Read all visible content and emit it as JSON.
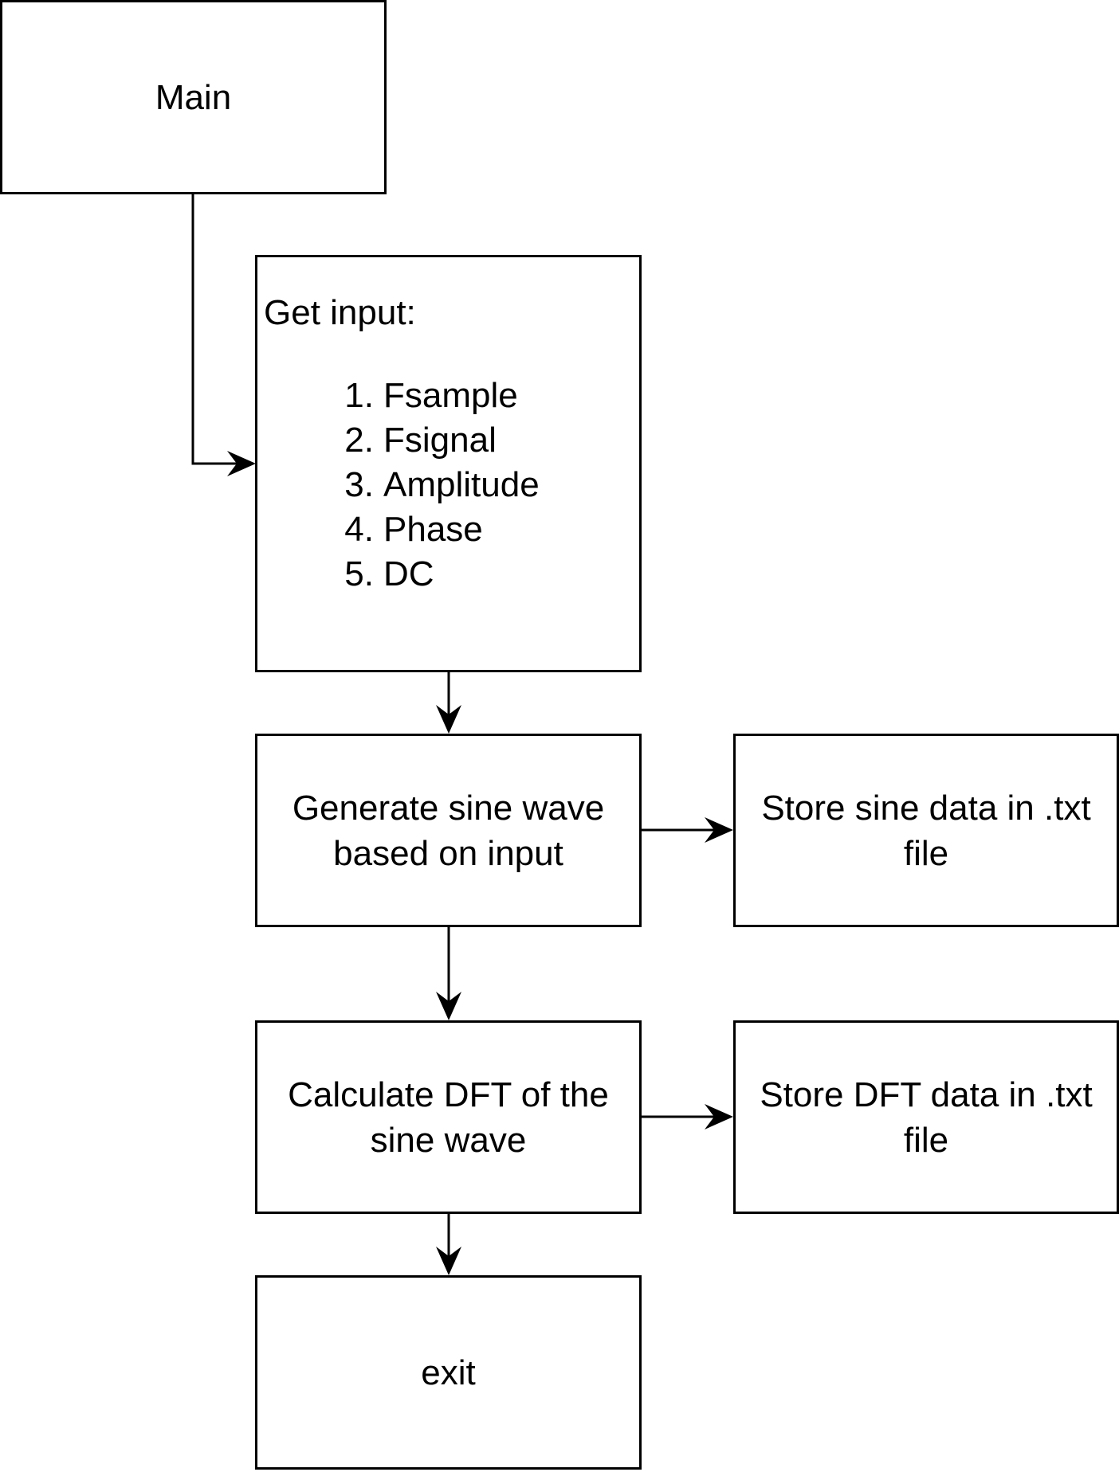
{
  "nodes": {
    "main": {
      "label": "Main"
    },
    "get_input": {
      "title": "Get input:",
      "items": [
        {
          "num": "1.",
          "text": "Fsample"
        },
        {
          "num": "2.",
          "text": "Fsignal"
        },
        {
          "num": "3.",
          "text": "Amplitude"
        },
        {
          "num": "4.",
          "text": "Phase"
        },
        {
          "num": "5.",
          "text": "DC"
        }
      ]
    },
    "generate": {
      "line1": "Generate sine wave",
      "line2": "based on input"
    },
    "store_sine": {
      "line1": "Store sine data in .txt",
      "line2": "file"
    },
    "calculate_dft": {
      "line1": "Calculate DFT of the",
      "line2": "sine wave"
    },
    "store_dft": {
      "line1": "Store DFT data in .txt",
      "line2": "file"
    },
    "exit": {
      "label": "exit"
    }
  },
  "edges": [
    {
      "from": "main",
      "to": "get_input"
    },
    {
      "from": "get_input",
      "to": "generate"
    },
    {
      "from": "generate",
      "to": "store_sine"
    },
    {
      "from": "generate",
      "to": "calculate_dft"
    },
    {
      "from": "calculate_dft",
      "to": "store_dft"
    },
    {
      "from": "calculate_dft",
      "to": "exit"
    }
  ],
  "colors": {
    "stroke": "#000000",
    "background": "#ffffff"
  }
}
